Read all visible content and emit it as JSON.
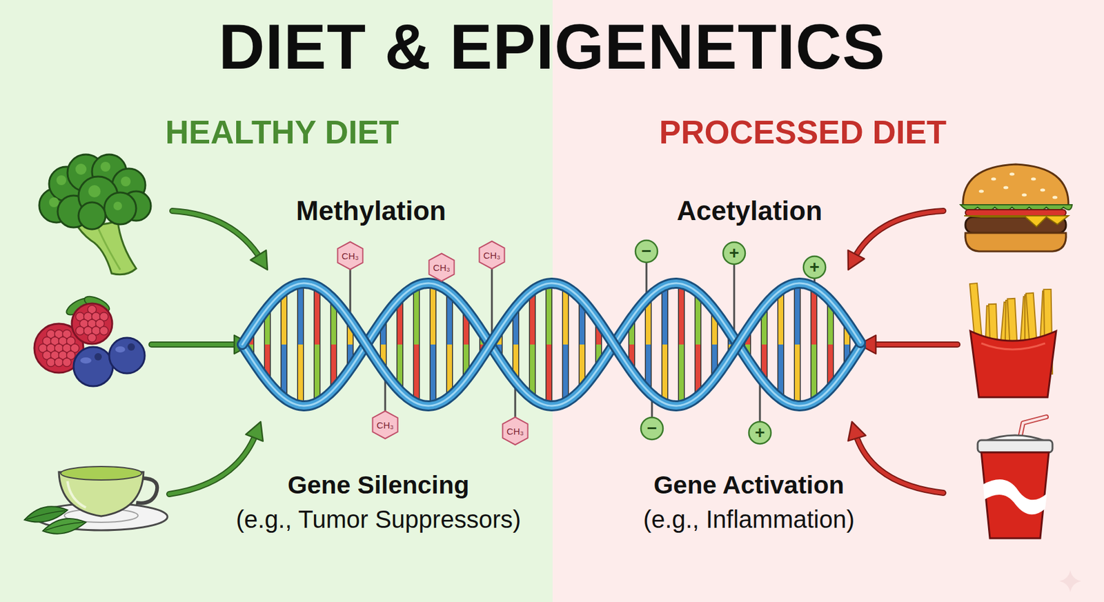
{
  "diagram": {
    "title": "DIET & EPIGENETICS",
    "nodes": [
      {
        "text": [
          "CH₃"
        ]
      },
      {
        "text": [
          "CH₃"
        ]
      },
      {
        "text": [
          "CH₃"
        ]
      },
      {
        "text": [
          "−"
        ]
      },
      {
        "text": [
          "+"
        ]
      },
      {
        "text": [
          "+"
        ]
      },
      {
        "text": [
          "CH₃"
        ]
      },
      {
        "text": [
          "CH₃"
        ]
      },
      {
        "text": [
          "−"
        ]
      },
      {
        "text": [
          "+"
        ]
      }
    ],
    "labels": [
      "HEALTHY DIET",
      "PROCESSED DIET",
      "Methylation",
      "Acetylation",
      "Gene Silencing",
      "Gene Activation",
      "(e.g., Tumor Suppressors)",
      "(e.g., Inflammation)"
    ]
  }
}
